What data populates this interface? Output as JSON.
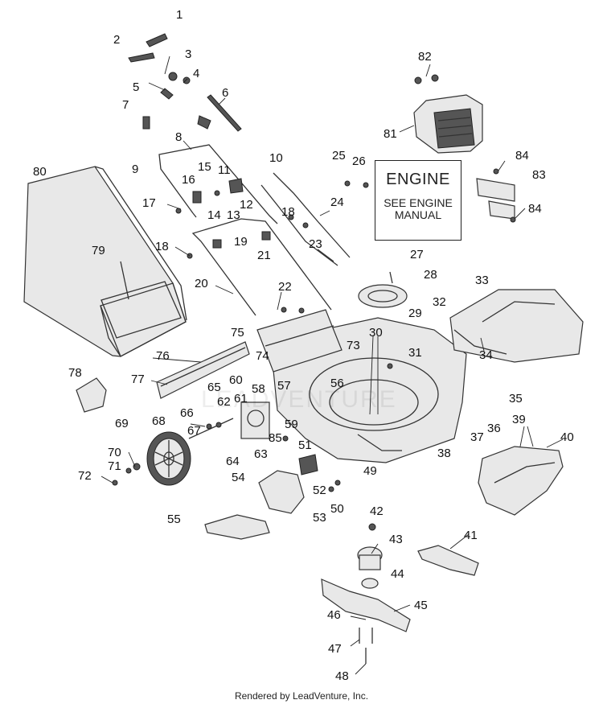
{
  "engine_box": {
    "title": "ENGINE",
    "note_line1": "SEE ENGINE",
    "note_line2": "MANUAL"
  },
  "watermark": "LEADVENTURE",
  "footer": "Rendered by LeadVenture, Inc.",
  "callouts": [
    {
      "id": "c1",
      "label": "1"
    },
    {
      "id": "c2",
      "label": "2"
    },
    {
      "id": "c3",
      "label": "3"
    },
    {
      "id": "c4",
      "label": "4"
    },
    {
      "id": "c5",
      "label": "5"
    },
    {
      "id": "c6",
      "label": "6"
    },
    {
      "id": "c7",
      "label": "7"
    },
    {
      "id": "c8",
      "label": "8"
    },
    {
      "id": "c9",
      "label": "9"
    },
    {
      "id": "c10",
      "label": "10"
    },
    {
      "id": "c11",
      "label": "11"
    },
    {
      "id": "c12",
      "label": "12"
    },
    {
      "id": "c13",
      "label": "13"
    },
    {
      "id": "c14",
      "label": "14"
    },
    {
      "id": "c15",
      "label": "15"
    },
    {
      "id": "c16",
      "label": "16"
    },
    {
      "id": "c17",
      "label": "17"
    },
    {
      "id": "c18a",
      "label": "18"
    },
    {
      "id": "c18b",
      "label": "18"
    },
    {
      "id": "c19",
      "label": "19"
    },
    {
      "id": "c20",
      "label": "20"
    },
    {
      "id": "c21",
      "label": "21"
    },
    {
      "id": "c22",
      "label": "22"
    },
    {
      "id": "c23",
      "label": "23"
    },
    {
      "id": "c24",
      "label": "24"
    },
    {
      "id": "c25",
      "label": "25"
    },
    {
      "id": "c26",
      "label": "26"
    },
    {
      "id": "c27",
      "label": "27"
    },
    {
      "id": "c28",
      "label": "28"
    },
    {
      "id": "c29",
      "label": "29"
    },
    {
      "id": "c30",
      "label": "30"
    },
    {
      "id": "c31",
      "label": "31"
    },
    {
      "id": "c32",
      "label": "32"
    },
    {
      "id": "c33",
      "label": "33"
    },
    {
      "id": "c34",
      "label": "34"
    },
    {
      "id": "c35",
      "label": "35"
    },
    {
      "id": "c36",
      "label": "36"
    },
    {
      "id": "c37",
      "label": "37"
    },
    {
      "id": "c38",
      "label": "38"
    },
    {
      "id": "c39",
      "label": "39"
    },
    {
      "id": "c40",
      "label": "40"
    },
    {
      "id": "c41",
      "label": "41"
    },
    {
      "id": "c42",
      "label": "42"
    },
    {
      "id": "c43",
      "label": "43"
    },
    {
      "id": "c44",
      "label": "44"
    },
    {
      "id": "c45",
      "label": "45"
    },
    {
      "id": "c46",
      "label": "46"
    },
    {
      "id": "c47",
      "label": "47"
    },
    {
      "id": "c48",
      "label": "48"
    },
    {
      "id": "c49",
      "label": "49"
    },
    {
      "id": "c50",
      "label": "50"
    },
    {
      "id": "c51",
      "label": "51"
    },
    {
      "id": "c52",
      "label": "52"
    },
    {
      "id": "c53",
      "label": "53"
    },
    {
      "id": "c54",
      "label": "54"
    },
    {
      "id": "c55",
      "label": "55"
    },
    {
      "id": "c56",
      "label": "56"
    },
    {
      "id": "c57",
      "label": "57"
    },
    {
      "id": "c58",
      "label": "58"
    },
    {
      "id": "c59",
      "label": "59"
    },
    {
      "id": "c60",
      "label": "60"
    },
    {
      "id": "c61",
      "label": "61"
    },
    {
      "id": "c62",
      "label": "62"
    },
    {
      "id": "c63",
      "label": "63"
    },
    {
      "id": "c64",
      "label": "64"
    },
    {
      "id": "c65",
      "label": "65"
    },
    {
      "id": "c66",
      "label": "66"
    },
    {
      "id": "c67",
      "label": "67"
    },
    {
      "id": "c68",
      "label": "68"
    },
    {
      "id": "c69",
      "label": "69"
    },
    {
      "id": "c70",
      "label": "70"
    },
    {
      "id": "c71",
      "label": "71"
    },
    {
      "id": "c72",
      "label": "72"
    },
    {
      "id": "c73",
      "label": "73"
    },
    {
      "id": "c74",
      "label": "74"
    },
    {
      "id": "c75",
      "label": "75"
    },
    {
      "id": "c76",
      "label": "76"
    },
    {
      "id": "c77",
      "label": "77"
    },
    {
      "id": "c78",
      "label": "78"
    },
    {
      "id": "c79",
      "label": "79"
    },
    {
      "id": "c80",
      "label": "80"
    },
    {
      "id": "c81",
      "label": "81"
    },
    {
      "id": "c82",
      "label": "82"
    },
    {
      "id": "c83",
      "label": "83"
    },
    {
      "id": "c84a",
      "label": "84"
    },
    {
      "id": "c84b",
      "label": "84"
    },
    {
      "id": "c85",
      "label": "85"
    }
  ]
}
